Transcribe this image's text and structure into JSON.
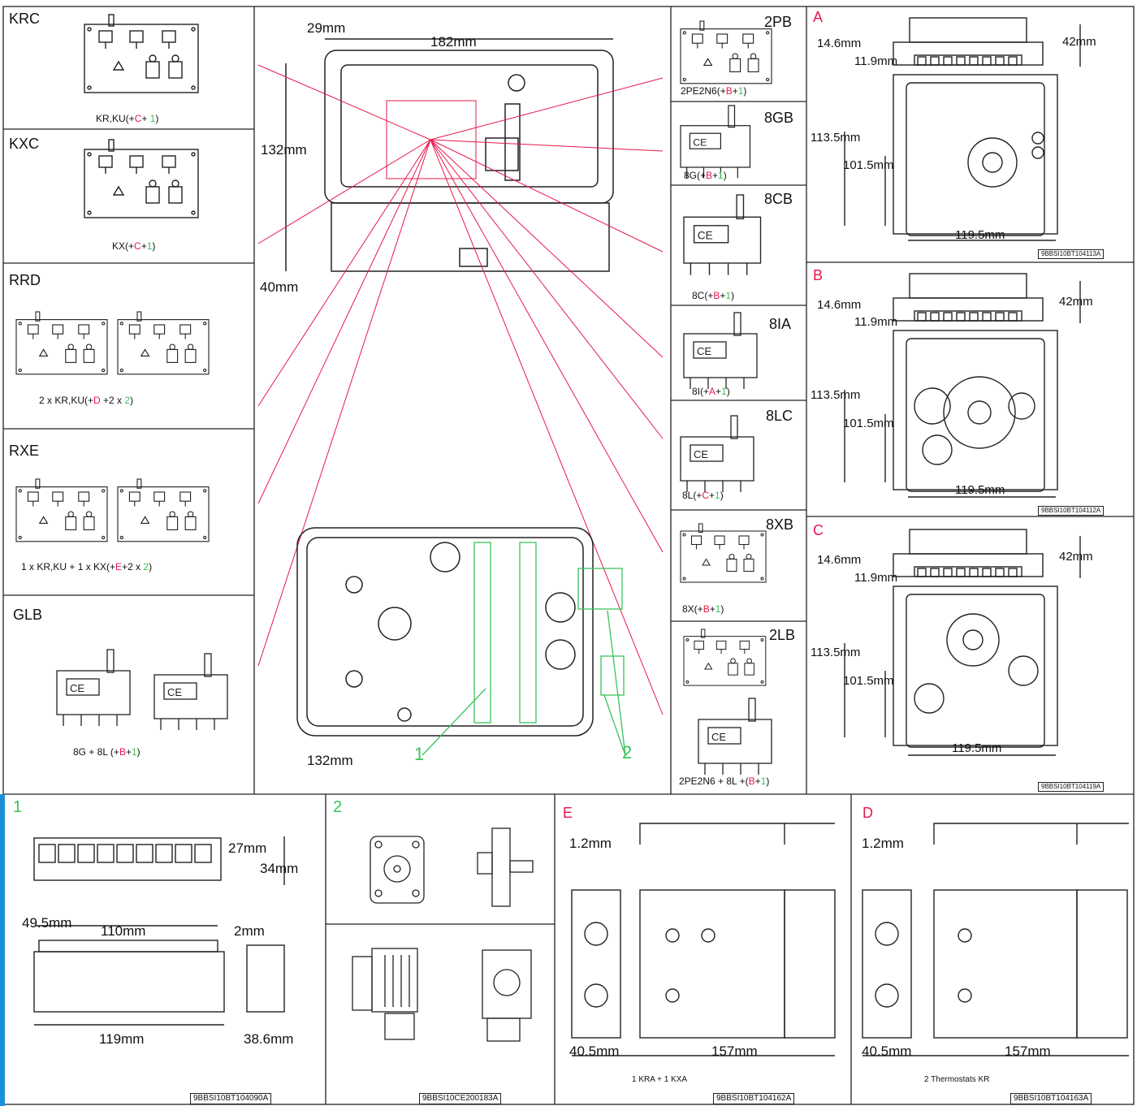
{
  "colors": {
    "accent_red": "#e8174a",
    "accent_green": "#39c35a",
    "edge_blue": "#1a8fd8",
    "line": "#222222"
  },
  "left_panels": [
    {
      "code": "KRC",
      "caption_pre": "KR,KU(+",
      "caption_c": "C",
      "caption_mid": "+ ",
      "caption_n": "1",
      "caption_post": ")"
    },
    {
      "code": "KXC",
      "caption_pre": "KX(+",
      "caption_c": "C",
      "caption_mid": "+",
      "caption_n": "1",
      "caption_post": ")"
    },
    {
      "code": "RRD",
      "caption_pre": "2 x KR,KU(+",
      "caption_c": "D",
      "caption_mid": " +2 x ",
      "caption_n": "2",
      "caption_post": ")"
    },
    {
      "code": "RXE",
      "caption_pre": "1 x KR,KU + 1 x KX(+",
      "caption_c": "E",
      "caption_mid": "+2 x ",
      "caption_n": "2",
      "caption_post": ")"
    },
    {
      "code": "GLB",
      "caption_pre": "8G + 8L (+",
      "caption_c": "B",
      "caption_mid": "+",
      "caption_n": "1",
      "caption_post": ")"
    }
  ],
  "center": {
    "dim_29": "29mm",
    "dim_182": "182mm",
    "dim_132_side": "132mm",
    "dim_40": "40mm",
    "dim_132_bottom": "132mm",
    "callout_1": "1",
    "callout_2": "2"
  },
  "right_panels": [
    {
      "code": "2PB",
      "caption_pre": "2PE2N6(+",
      "caption_c": "B",
      "caption_mid": "+",
      "caption_n": "1",
      "caption_post": ")"
    },
    {
      "code": "8GB",
      "caption_pre": "8G(+",
      "caption_c": "B",
      "caption_mid": "+",
      "caption_n": "1",
      "caption_post": ")"
    },
    {
      "code": "8CB",
      "caption_pre": "8C(+",
      "caption_c": "B",
      "caption_mid": "+",
      "caption_n": "1",
      "caption_post": ")"
    },
    {
      "code": "8IA",
      "caption_pre": "8I(+",
      "caption_c": "A",
      "caption_mid": "+",
      "caption_n": "1",
      "caption_post": ")"
    },
    {
      "code": "8LC",
      "caption_pre": "8L(+",
      "caption_c": "C",
      "caption_mid": "+",
      "caption_n": "1",
      "caption_post": ")"
    },
    {
      "code": "8XB",
      "caption_pre": "8X(+",
      "caption_c": "B",
      "caption_mid": "+",
      "caption_n": "1",
      "caption_post": ")"
    },
    {
      "code": "2LB",
      "caption_pre": "2PE2N6 + 8L +(",
      "caption_c": "B",
      "caption_mid": "+",
      "caption_n": "1",
      "caption_post": ")"
    }
  ],
  "abc": [
    {
      "letter": "A",
      "d14": "14.6mm",
      "d11": "11.9mm",
      "d42": "42mm",
      "d113": "113.5mm",
      "d101": "101.5mm",
      "d119": "119.5mm",
      "ref": "9BBSI10BT104113A"
    },
    {
      "letter": "B",
      "d14": "14.6mm",
      "d11": "11.9mm",
      "d42": "42mm",
      "d113": "113.5mm",
      "d101": "101.5mm",
      "d119": "119.5mm",
      "ref": "9BBSI10BT104112A"
    },
    {
      "letter": "C",
      "d14": "14.6mm",
      "d11": "11.9mm",
      "d42": "42mm",
      "d113": "113.5mm",
      "d101": "101.5mm",
      "d119": "119.5mm",
      "ref": "9BBSI10BT104119A"
    }
  ],
  "bottom": {
    "p1": {
      "num": "1",
      "d27": "27mm",
      "d34": "34mm",
      "d49": "49.5mm",
      "d110": "110mm",
      "d2": "2mm",
      "d119": "119mm",
      "d38": "38.6mm",
      "ref": "9BBSI10BT104090A"
    },
    "p2": {
      "num": "2",
      "ref": "9BBSI10CE200183A"
    },
    "pE": {
      "letter": "E",
      "d12": "1.2mm",
      "d40": "40.5mm",
      "d157": "157mm",
      "note": "1 KRA + 1 KXA",
      "ref": "9BBSI10BT104162A"
    },
    "pD": {
      "letter": "D",
      "d12": "1.2mm",
      "d40": "40.5mm",
      "d157": "157mm",
      "note": "2 Thermostats KR",
      "ref": "9BBSI10BT104163A"
    }
  }
}
